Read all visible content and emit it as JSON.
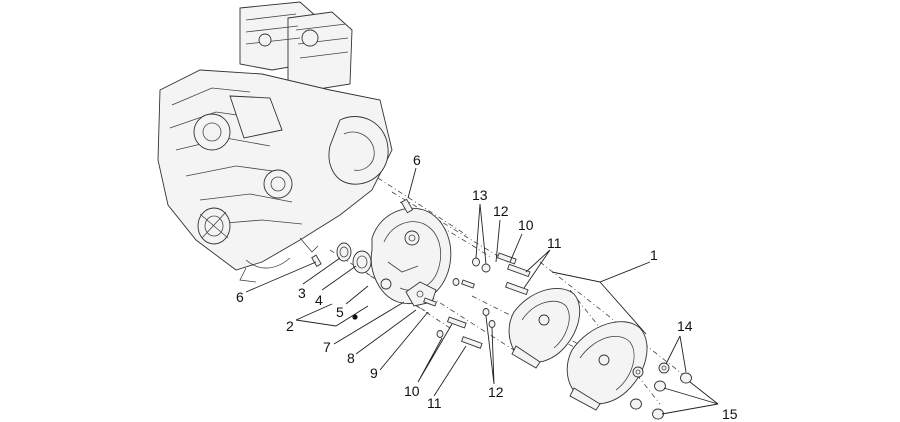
{
  "diagram": {
    "colors": {
      "line": "#222222",
      "part_fill": "#f4f4f4",
      "background": "#ffffff"
    },
    "callouts": {
      "c1": "1",
      "c2": "2",
      "c3": "3",
      "c4": "4",
      "c5": "5",
      "c6a": "6",
      "c6b": "6",
      "c7": "7",
      "c8": "8",
      "c9": "9",
      "c10a": "10",
      "c10b": "10",
      "c11a": "11",
      "c11b": "11",
      "c12a": "12",
      "c12b": "12",
      "c13": "13",
      "c14": "14",
      "c15": "15"
    }
  }
}
